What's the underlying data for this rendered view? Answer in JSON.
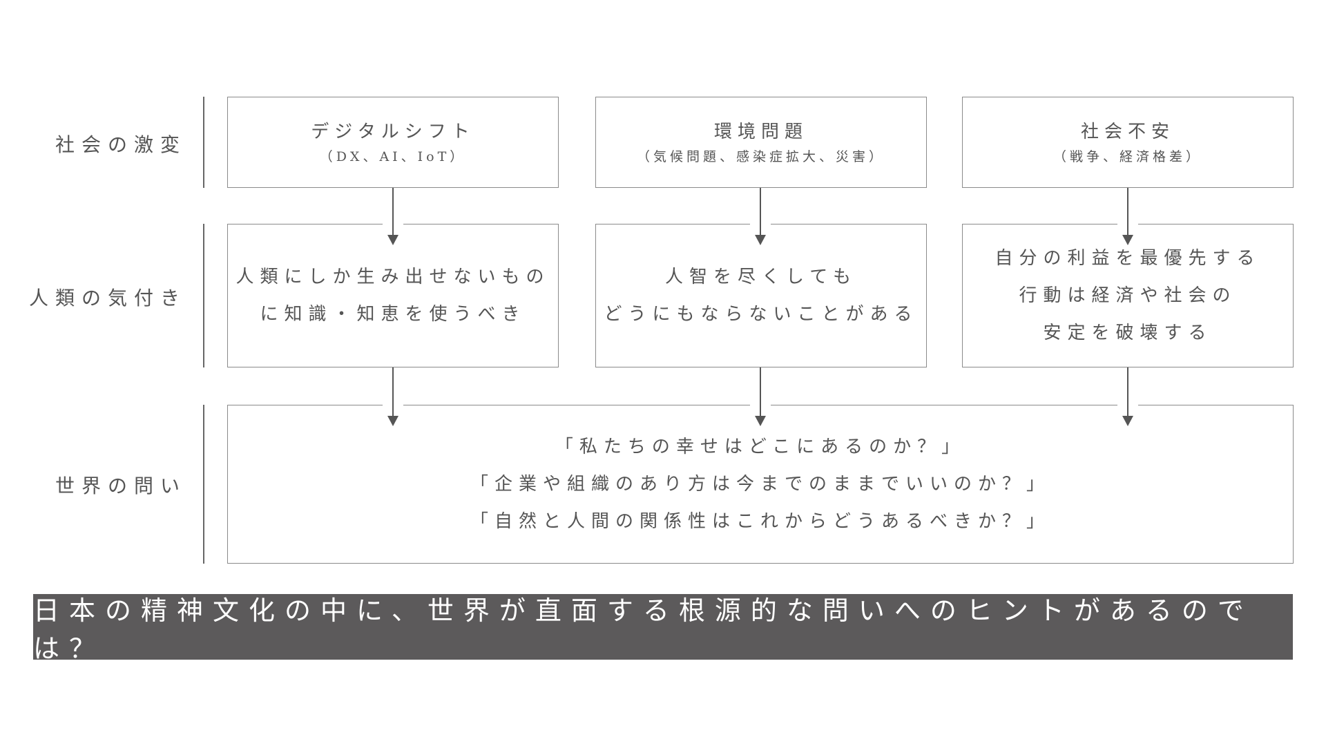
{
  "rows": [
    {
      "label": "社会の激変"
    },
    {
      "label": "人類の気付き"
    },
    {
      "label": "世界の問い"
    }
  ],
  "changes": [
    {
      "title": "デジタルシフト",
      "sub": "（DX、AI、IoT）"
    },
    {
      "title": "環境問題",
      "sub": "（気候問題、感染症拡大、災害）"
    },
    {
      "title": "社会不安",
      "sub": "（戦争、経済格差）"
    }
  ],
  "realizations": [
    {
      "lines": [
        "人類にしか生み出せないもの",
        "に知識・知恵を使うべき"
      ]
    },
    {
      "lines": [
        "人智を尽くしても",
        "どうにもならないことがある"
      ]
    },
    {
      "lines": [
        "自分の利益を最優先する",
        "行動は経済や社会の",
        "安定を破壊する"
      ]
    }
  ],
  "questions": [
    "「私たちの幸せはどこにあるのか？」",
    "「企業や組織のあり方は今までのままでいいのか？」",
    "「自然と人間の関係性はこれからどうあるべきか？」"
  ],
  "banner": "日本の精神文化の中に、世界が直面する根源的な問いへのヒントがあるのでは？",
  "colors": {
    "text": "#555555",
    "border": "#8a8a8a",
    "banner_bg": "#5c5a5b",
    "banner_text": "#ffffff"
  }
}
